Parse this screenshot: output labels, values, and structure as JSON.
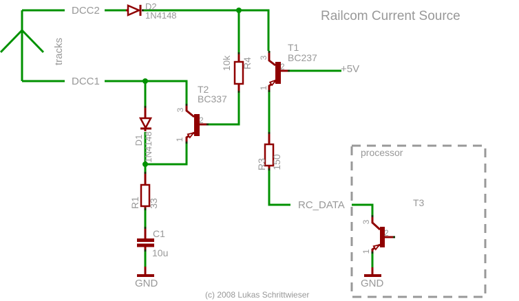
{
  "title": "Railcom Current Source",
  "copyright": "(c) 2008 Lukas Schrittwieser",
  "colors": {
    "wire_green": "#009100",
    "symbol_red": "#8f0000",
    "label_gray": "#989898",
    "background": "#ffffff"
  },
  "nets": {
    "dcc2": "DCC2",
    "dcc1": "DCC1",
    "tracks": "tracks",
    "plus5v": "+5V",
    "rc_data": "RC_DATA",
    "gnd_main": "GND",
    "gnd_processor": "GND"
  },
  "components": {
    "d2": {
      "name": "D2",
      "value": "1N4148"
    },
    "d1": {
      "name": "D1",
      "value": "1N4148"
    },
    "r4": {
      "name": "R4",
      "value": "10k"
    },
    "r3": {
      "name": "R3",
      "value": "150"
    },
    "r1": {
      "name": "R1",
      "value": "33"
    },
    "c1": {
      "name": "C1",
      "value": "10u"
    },
    "t1": {
      "name": "T1",
      "value": "BC237",
      "pin1": "1",
      "pin2": "2",
      "pin3": "3"
    },
    "t2": {
      "name": "T2",
      "value": "BC337",
      "pin1": "1",
      "pin2": "2",
      "pin3": "3"
    },
    "t3": {
      "name": "T3",
      "pin1": "1",
      "pin2": "2",
      "pin3": "3"
    }
  },
  "processor_box": {
    "label": "processor"
  }
}
